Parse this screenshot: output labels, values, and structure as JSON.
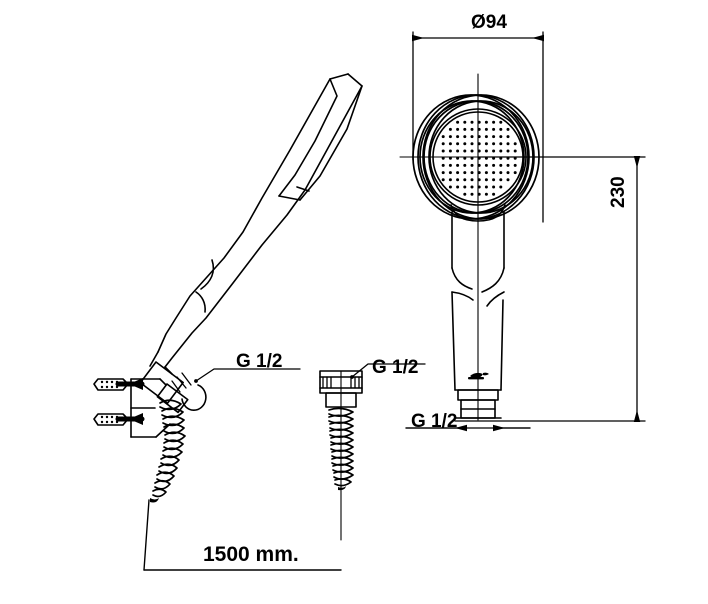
{
  "drawing": {
    "title": "Hand shower technical drawing",
    "line_color": "#000000",
    "background_color": "#ffffff"
  },
  "dimensions": {
    "head_diameter": {
      "label": "Ø94",
      "value": 94,
      "unit": "mm",
      "orientation": "horizontal",
      "name": "spray-face-diameter"
    },
    "overall_height": {
      "label": "230",
      "value": 230,
      "unit": "mm",
      "orientation": "vertical",
      "name": "hand-shower-length"
    },
    "hose_length": {
      "label": "1500 mm.",
      "value": 1500,
      "unit": "mm",
      "orientation": "horizontal",
      "name": "shower-hose-length"
    }
  },
  "thread_callouts": [
    {
      "id": "handset-inlet",
      "label": "G 1/2",
      "note": "hand shower inlet thread at bracket"
    },
    {
      "id": "hose-nut",
      "label": "G 1/2",
      "note": "hose connector nut thread"
    },
    {
      "id": "handset-outlet",
      "label": "G 1/2",
      "note": "hand shower base thread"
    }
  ],
  "views": {
    "left": {
      "name": "side-elevation-with-bracket",
      "parts": [
        "hand-shower-side",
        "wall-bracket",
        "wall-anchor-screw-upper",
        "wall-anchor-screw-lower",
        "coiled-hose"
      ]
    },
    "center": {
      "name": "hose-connector-detail",
      "parts": [
        "hose-nut",
        "coiled-hose-end"
      ]
    },
    "right": {
      "name": "front-elevation",
      "parts": [
        "spray-face",
        "handle-body",
        "brand-logo",
        "base-thread"
      ]
    }
  }
}
